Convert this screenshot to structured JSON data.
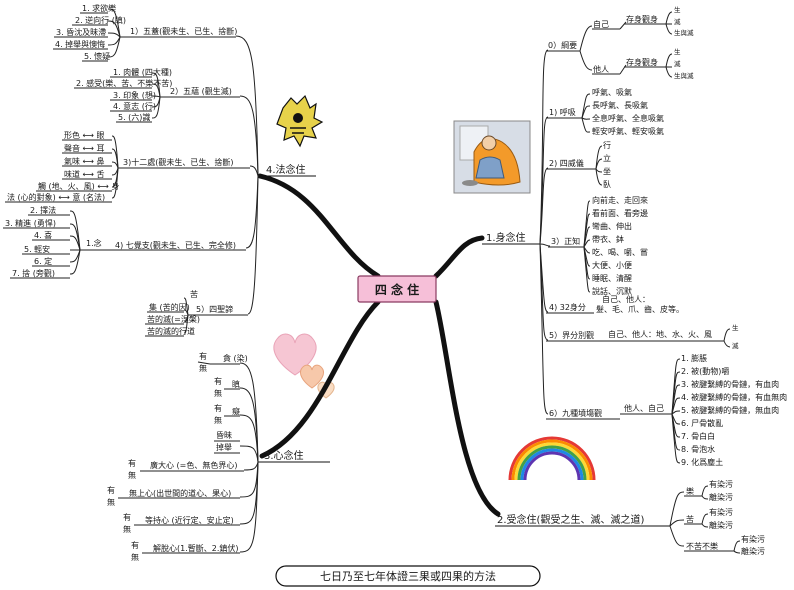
{
  "center": "四 念 住",
  "footer": "七日乃至七年体證三果或四果的方法",
  "body": {
    "label": "1.身念住",
    "s0": {
      "label": "0）綱要",
      "self": "自己",
      "other": "他人",
      "inbody": "存身觀身",
      "leaves": [
        "生",
        "滅",
        "生與滅"
      ]
    },
    "s1": {
      "label": "1) 呼吸",
      "items": [
        "呼氣、吸氣",
        "長呼氣、長吸氣",
        "全息呼氣、全息吸氣",
        "輕安呼氣、輕安吸氣"
      ]
    },
    "s2": {
      "label": "2) 四威儀",
      "items": [
        "行",
        "立",
        "坐",
        "臥"
      ]
    },
    "s3": {
      "label": "3）正知",
      "items": [
        "向前走、走回來",
        "看前面、看旁邊",
        "彎曲、伸出",
        "帶衣、鉢",
        "吃、喝、嚼、嘗",
        "大便、小便",
        "睡眠、清醒",
        "說話、沉默"
      ]
    },
    "s4": {
      "label": "4) 32身分",
      "l1": "自己、他人：",
      "l2": "髮、毛、爪、齒、皮等。"
    },
    "s5": {
      "label": "5）界分別觀",
      "text": "自己、他人：地、水、火、風",
      "leaves": [
        "生",
        "滅"
      ]
    },
    "s6": {
      "label": "6）九種墳塲觀",
      "mid": "他人、自己",
      "items": [
        "1. 膨脹",
        "2. 被(動物)嚼",
        "3. 被腱繫縛的骨鏈，有血肉",
        "4. 被腱繫縛的骨鏈，有血無肉",
        "5. 被腱繫縛的骨鏈，無血肉",
        "6. 尸骨散亂",
        "7. 骨白白",
        "8. 骨泡水",
        "9. 化爲塵土"
      ]
    }
  },
  "feeling": {
    "label": "2.受念住(觀受之生、滅、滅之道)",
    "groups": [
      {
        "label": "樂",
        "items": [
          "有染污",
          "離染污"
        ]
      },
      {
        "label": "苦",
        "items": [
          "有染污",
          "離染污"
        ]
      },
      {
        "label": "不苦不樂",
        "items": [
          "有染污",
          "離染污"
        ]
      }
    ]
  },
  "mind": {
    "label": "3.心念住",
    "pair": [
      "有",
      "無"
    ],
    "items": [
      "貪 (染)",
      "瞋",
      "癡",
      "昏昧",
      "掉舉",
      "廣大心 (=色、無色界心)",
      "無上心(出世間的道心、果心)",
      "等持心 (近行定、安止定)",
      "解脫心(1.暫斷、2.鎮伏)"
    ]
  },
  "dhamma": {
    "label": "4.法念住",
    "s1": {
      "label": "1）五蓋(觀未生、已生、捨斷)",
      "items": [
        "1. 求欲樂",
        "2. 逆向行 (瞋)",
        "3. 昏沈及昧滯",
        "4. 掉舉與懊悔",
        "5. 懷疑"
      ]
    },
    "s2": {
      "label": "2）五蘊 (觀生滅)",
      "items": [
        "1. 肉體 (四大種)",
        "2. 感受(樂、苦、不樂不苦)",
        "3. 印象 (想)",
        "4. 意志 (行)",
        "5. (六)識"
      ]
    },
    "s3": {
      "label": "3)十二處(觀未生、已生、捨斷)",
      "items": [
        "形色 ⟷ 眼",
        "聲音 ⟷ 耳",
        "氣味 ⟷ 鼻",
        "味道 ⟷ 舌",
        "觸 (地、火、風) ⟷ 身",
        "法 (心的對象) ⟷ 意 (名法)"
      ]
    },
    "s4": {
      "label": "4) 七覺支(觀未生、已生、完全修)",
      "nian": "1.念",
      "items": [
        "2. 擇法",
        "3. 精進 (勇悍)",
        "4. 喜",
        "5. 輕安",
        "6. 定",
        "7. 捨 (旁觀)"
      ]
    },
    "s5": {
      "label": "5）四聖諦",
      "items": [
        "苦",
        "集 (苦的因)",
        "苦的滅(=涅槃)",
        "苦的滅的行道"
      ]
    }
  }
}
